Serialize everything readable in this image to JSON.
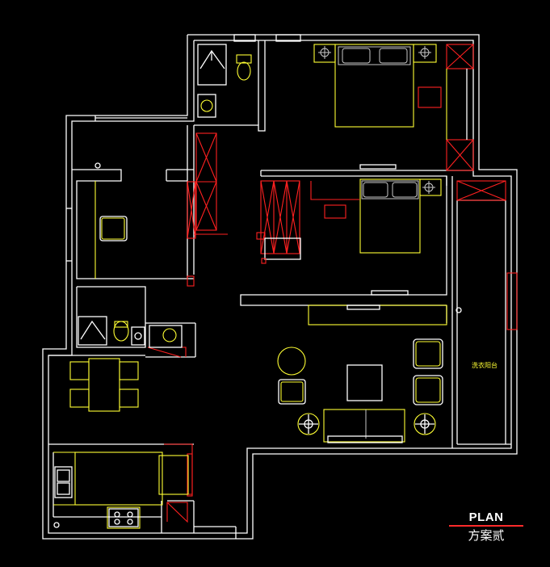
{
  "title": {
    "main": "PLAN",
    "sub": "方案贰"
  },
  "room_labels": {
    "laundry_balcony": "洗衣阳台"
  },
  "colors": {
    "background": "#000000",
    "walls": "#ffffff",
    "furniture": "#ffff33",
    "cabinets": "#ff2020"
  }
}
